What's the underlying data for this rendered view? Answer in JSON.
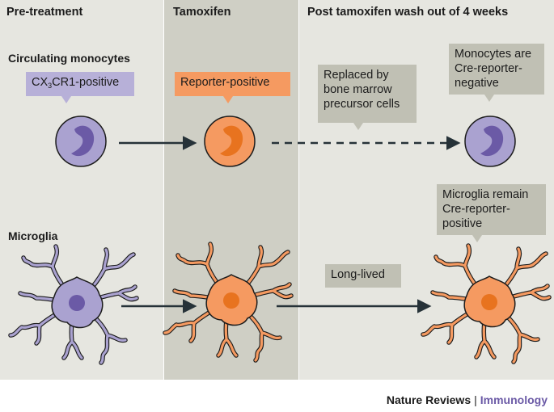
{
  "columns": {
    "pre": "Pre-treatment",
    "tamoxifen": "Tamoxifen",
    "post": "Post tamoxifen wash out of 4 weeks"
  },
  "rows": {
    "monocytes": "Circulating monocytes",
    "microglia": "Microglia"
  },
  "bubbles": {
    "cx3cr1_pre": "CX",
    "cx3cr1_sub": "3",
    "cx3cr1_post": "CR1-positive",
    "reporter_positive": "Reporter-positive",
    "replaced_line1": "Replaced by",
    "replaced_line2": "bone marrow",
    "replaced_line3": "precursor cells",
    "monocytes_neg_line1": "Monocytes are",
    "monocytes_neg_line2": "Cre-reporter-",
    "monocytes_neg_line3": "negative",
    "long_lived": "Long-lived",
    "microglia_remain_line1": "Microglia remain",
    "microglia_remain_line2": "Cre-reporter-",
    "microglia_remain_line3": "positive"
  },
  "footer": {
    "publisher": "Nature Reviews",
    "separator": "|",
    "journal": "Immunology"
  },
  "colors": {
    "purple_cell": "#aaa2d0",
    "purple_nucleus": "#6b5aa6",
    "orange_cell": "#f59a61",
    "orange_nucleus": "#e8731f",
    "grey_bubble": "#c0c0b4",
    "arrow": "#263238"
  }
}
